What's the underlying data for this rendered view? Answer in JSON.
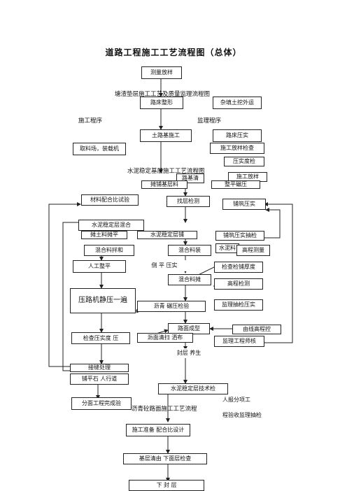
{
  "title": "道路工程施工工艺流程图（总体）",
  "captions": {
    "c1": "塘渣垫层施工工艺及质量监理流程图",
    "c2": "施工程序",
    "c3": "监理程序",
    "c4": "水泥稳定基层施工工艺流程图",
    "c5": "沥青砼路面施工工艺流程"
  },
  "boxes": {
    "b1": "测量放样",
    "b2": "路床整形",
    "b3": "杂填土挖外运",
    "b4": "土路基施工",
    "b5": "路床压实",
    "b6": "取料场，装载机",
    "b7": "施工放样检查",
    "b8": "压实度检",
    "b9": "路基清",
    "b10": "施工放样",
    "b11": "摊铺基层料",
    "b12": "整平碾压",
    "b13": "材料配合比试验",
    "b14": "找层检测",
    "b15": "铺筑压实",
    "b16": "水泥稳定层混合",
    "b17": "摊土料摊平",
    "b18": "水泥稳定层铺",
    "b19": "铺筑压实抽检",
    "b20": "混合料拌和",
    "b21": "混合料装",
    "b22": "水泥料",
    "b23": "高程测量",
    "b24": "人工整平",
    "b25": "侧 平 压实",
    "b26": "检查检铺厚度",
    "b27": "混合料摊",
    "b28": "高程检测",
    "b29": "压路机静压一遍",
    "b30": "沥青 碾压检验",
    "b31": "监理抽检压实",
    "b32": "路面成型",
    "b33": "由线高程控",
    "b34": "检查压实度 压",
    "b35": "沥面清扫 洒布",
    "b36": "监理工程师核",
    "b37": "封层 养生",
    "b38": "接缝处理",
    "b39": "铺平石 人行道",
    "b40": "水泥稳定层技术检",
    "b41": "分面工程完成验",
    "b42": "人报分项工",
    "b43": "程验收监理抽检",
    "b44": "施工准备 配合比设计",
    "b45": "基层清由 下面层检查",
    "b46": "下 封 层"
  }
}
